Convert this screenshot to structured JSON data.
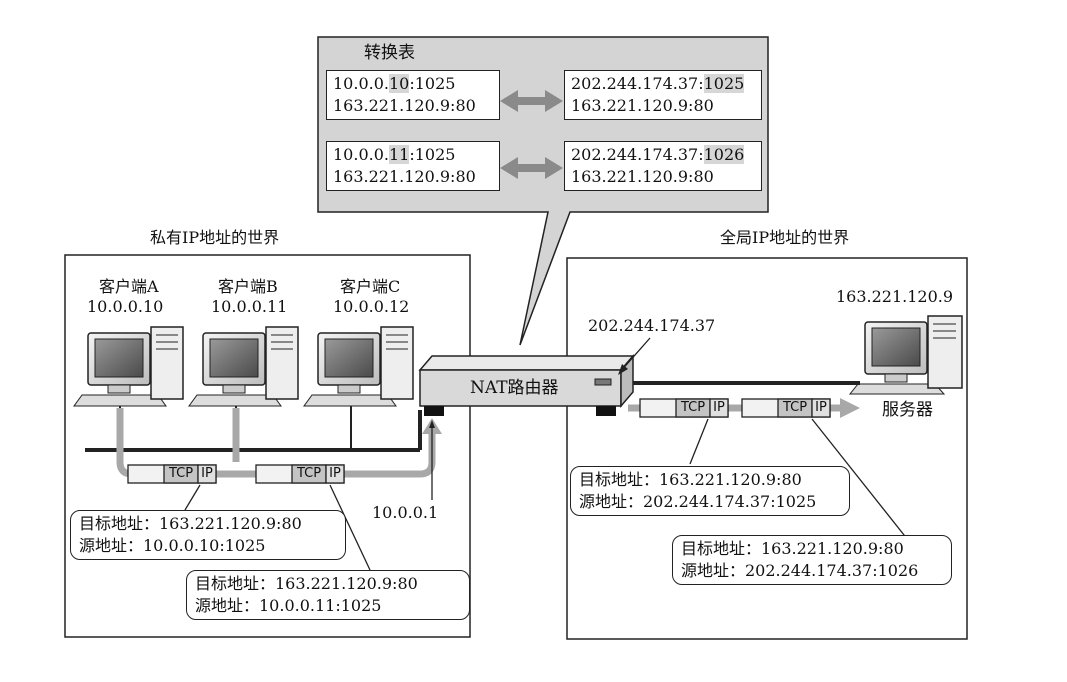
{
  "table": {
    "title": "转换表",
    "rows": [
      {
        "left_a_pre": "10.0.0.",
        "left_a_hl": "10",
        "left_a_post": ":1025",
        "left_b": "163.221.120.9:80",
        "right_a_pre": "202.244.174.37:",
        "right_a_hl": "1025",
        "right_b": "163.221.120.9:80"
      },
      {
        "left_a_pre": "10.0.0.",
        "left_a_hl": "11",
        "left_a_post": ":1025",
        "left_b": "163.221.120.9:80",
        "right_a_pre": "202.244.174.37:",
        "right_a_hl": "1026",
        "right_b": "163.221.120.9:80"
      }
    ]
  },
  "private_world": {
    "title": "私有IP地址的世界",
    "clients": [
      {
        "name": "客户端A",
        "ip": "10.0.0.10"
      },
      {
        "name": "客户端B",
        "ip": "10.0.0.11"
      },
      {
        "name": "客户端C",
        "ip": "10.0.0.12"
      }
    ],
    "router_inner_ip": "10.0.0.1",
    "packet1": {
      "dst": "目标地址：163.221.120.9:80",
      "src": "源地址：10.0.0.10:1025"
    },
    "packet2": {
      "dst": "目标地址：163.221.120.9:80",
      "src": "源地址：10.0.0.11:1025"
    }
  },
  "router": {
    "label": "NAT路由器",
    "outer_ip": "202.244.174.37"
  },
  "global_world": {
    "title": "全局IP地址的世界",
    "server_ip": "163.221.120.9",
    "server_label": "服务器",
    "packet1": {
      "dst": "目标地址：163.221.120.9:80",
      "src": "源地址：202.244.174.37:1025"
    },
    "packet2": {
      "dst": "目标地址：163.221.120.9:80",
      "src": "源地址：202.244.174.37:1026"
    }
  },
  "packet_labels": {
    "tcp": "TCP",
    "ip": "IP"
  }
}
